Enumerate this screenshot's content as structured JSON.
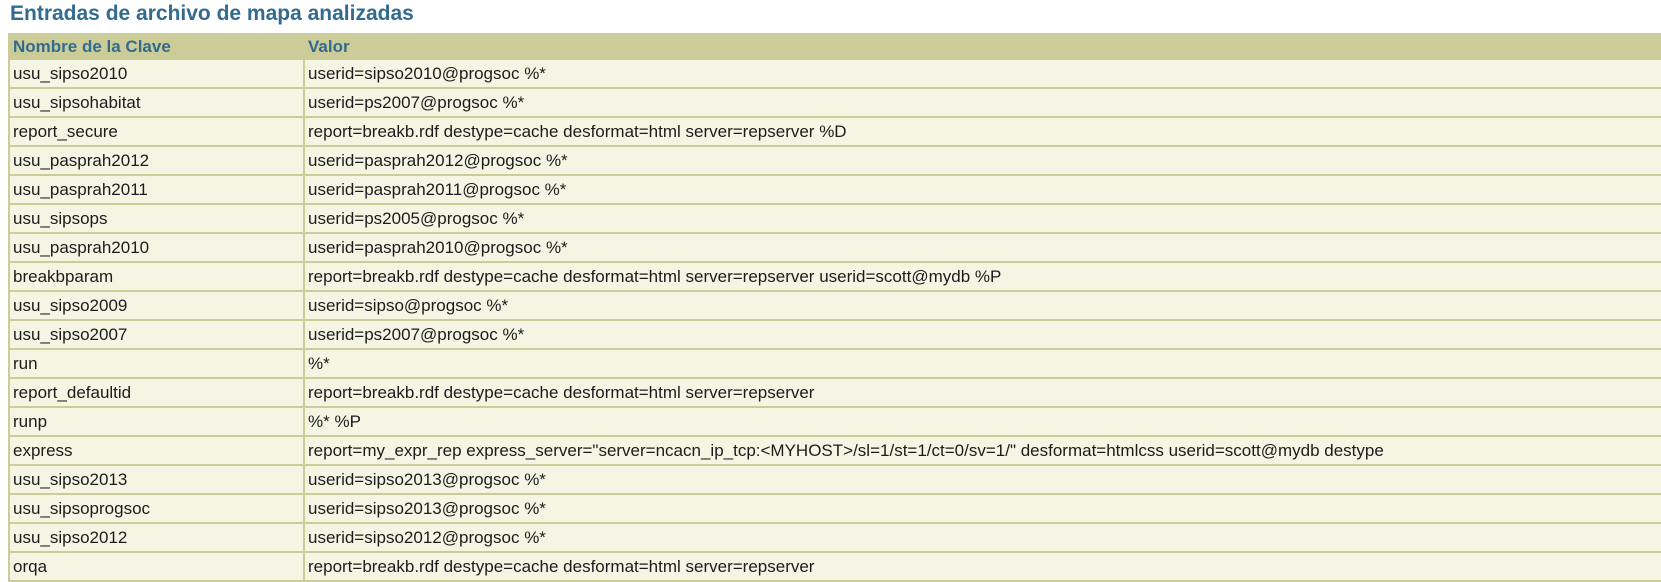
{
  "page": {
    "title": "Entradas de archivo de mapa analizadas"
  },
  "table": {
    "columns": [
      "Nombre de la Clave",
      "Valor"
    ],
    "rows": [
      {
        "key": "usu_sipso2010",
        "value": "userid=sipso2010@progsoc %*"
      },
      {
        "key": "usu_sipsohabitat",
        "value": "userid=ps2007@progsoc %*"
      },
      {
        "key": "report_secure",
        "value": "report=breakb.rdf destype=cache desformat=html server=repserver %D"
      },
      {
        "key": "usu_pasprah2012",
        "value": "userid=pasprah2012@progsoc %*"
      },
      {
        "key": "usu_pasprah2011",
        "value": "userid=pasprah2011@progsoc %*"
      },
      {
        "key": "usu_sipsops",
        "value": "userid=ps2005@progsoc %*"
      },
      {
        "key": "usu_pasprah2010",
        "value": "userid=pasprah2010@progsoc %*"
      },
      {
        "key": "breakbparam",
        "value": "report=breakb.rdf destype=cache desformat=html server=repserver userid=scott@mydb %P"
      },
      {
        "key": "usu_sipso2009",
        "value": "userid=sipso@progsoc %*"
      },
      {
        "key": "usu_sipso2007",
        "value": "userid=ps2007@progsoc %*"
      },
      {
        "key": "run",
        "value": "%*"
      },
      {
        "key": "report_defaultid",
        "value": "report=breakb.rdf destype=cache desformat=html server=repserver"
      },
      {
        "key": "runp",
        "value": "%* %P"
      },
      {
        "key": "express",
        "value": "report=my_expr_rep express_server=\"server=ncacn_ip_tcp:<MYHOST>/sl=1/st=1/ct=0/sv=1/\" desformat=htmlcss userid=scott@mydb destype"
      },
      {
        "key": "usu_sipso2013",
        "value": "userid=sipso2013@progsoc %*"
      },
      {
        "key": "usu_sipsoprogsoc",
        "value": "userid=sipso2013@progsoc %*"
      },
      {
        "key": "usu_sipso2012",
        "value": "userid=sipso2012@progsoc %*"
      },
      {
        "key": "orqa",
        "value": "report=breakb.rdf destype=cache desformat=html server=repserver"
      }
    ]
  },
  "colors": {
    "title_text": "#336b8f",
    "header_bg": "#cccc99",
    "header_text": "#336b8f",
    "row_bg": "#f5f5e4",
    "border": "#cccc99",
    "cell_text": "#1c1c1c",
    "page_bg": "#ffffff"
  }
}
